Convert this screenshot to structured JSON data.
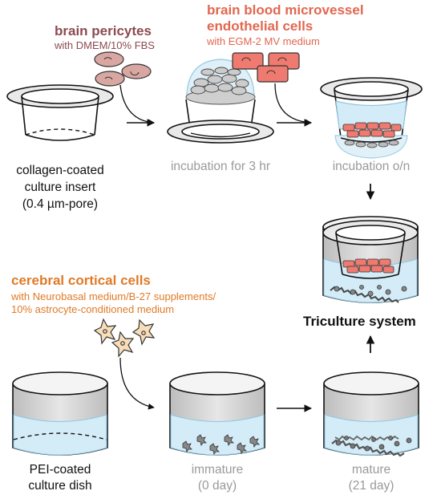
{
  "pericytes": {
    "title": "brain pericytes",
    "medium": "with DMEM/10% FBS"
  },
  "endothelial": {
    "title_line1": "brain blood microvessel",
    "title_line2": "endothelial cells",
    "medium": "with EGM-2 MV medium"
  },
  "insert_label": {
    "line1": "collagen-coated",
    "line2": "culture insert",
    "line3": "(0.4 µm-pore)"
  },
  "steps": {
    "incubation_3hr": "incubation for 3 hr",
    "incubation_on": "incubation o/n"
  },
  "cortical": {
    "title": "cerebral cortical cells",
    "medium_line1": "with Neurobasal medium/B-27 supplements/",
    "medium_line2": "10% astrocyte-conditioned medium"
  },
  "triculture": "Triculture system",
  "dish_label": {
    "line1": "PEI-coated",
    "line2": "culture dish"
  },
  "immature": {
    "line1": "immature",
    "line2": "(0 day)"
  },
  "mature": {
    "line1": "mature",
    "line2": "(21 day)"
  },
  "colors": {
    "pericyte": "#d9a7a2",
    "endothelial": "#ee7a70",
    "cortical": "#f7ddb9",
    "medium": "#d3ecf7",
    "dish_gray": "#d6d6d6"
  }
}
